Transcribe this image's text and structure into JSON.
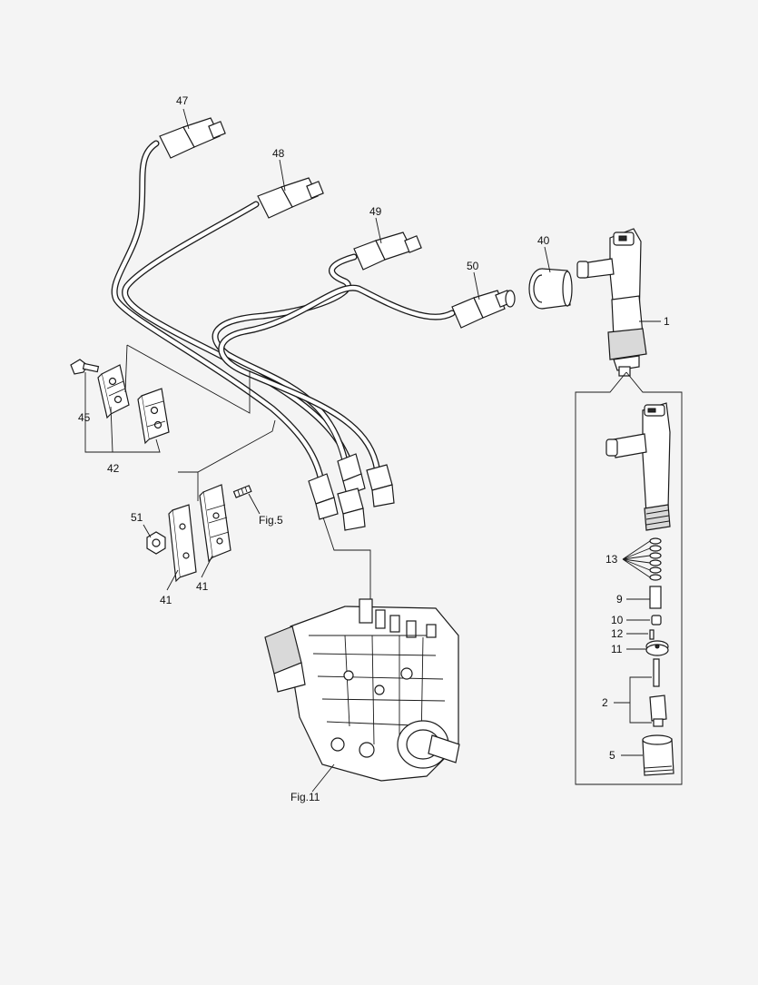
{
  "callouts": {
    "c47": "47",
    "c48": "48",
    "c49": "49",
    "c50": "50",
    "c40": "40",
    "c1": "1",
    "c45": "45",
    "c42": "42",
    "c51": "51",
    "c41a": "41",
    "c41b": "41",
    "fig5": "Fig.5",
    "fig11": "Fig.11",
    "c13": "13",
    "c9": "9",
    "c10": "10",
    "c12": "12",
    "c11": "11",
    "c2": "2",
    "c5": "5"
  },
  "colors": {
    "background": "#f4f4f4",
    "line": "#1a1a1a",
    "fill": "#ffffff",
    "shade": "#d9d9d9"
  }
}
